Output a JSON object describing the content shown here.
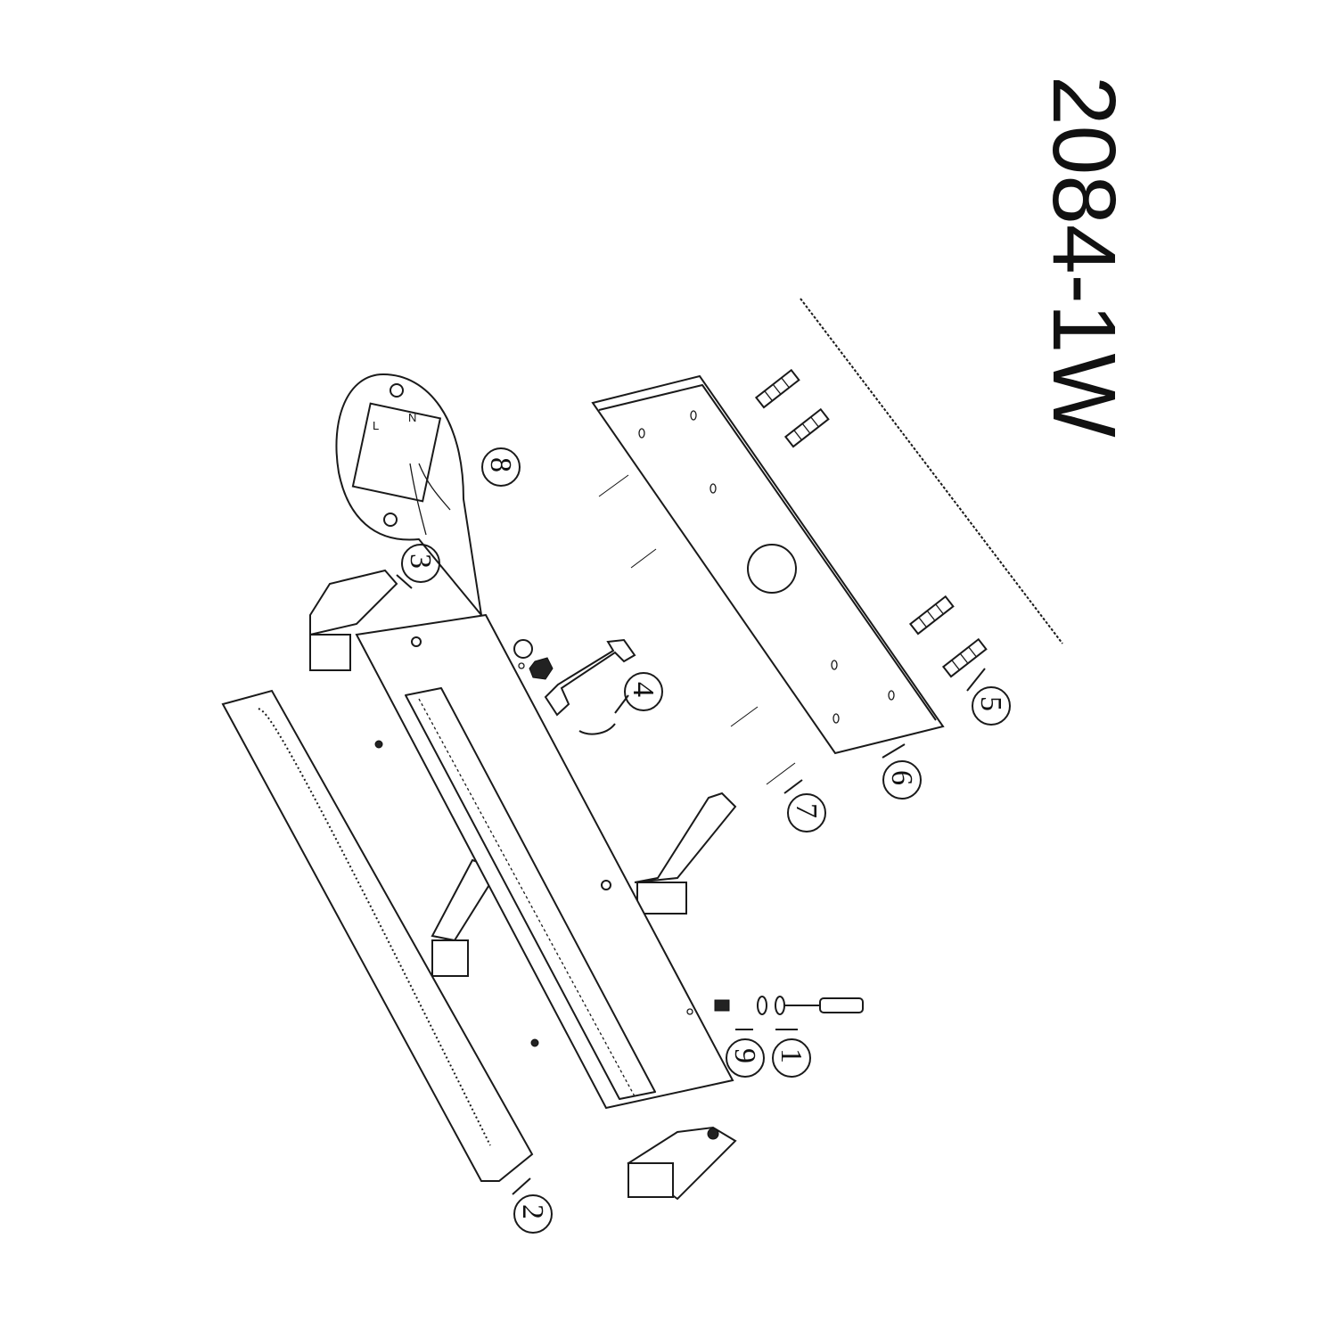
{
  "model_code": "2084-1W",
  "steps": {
    "s1": "1",
    "s2": "2",
    "s3": "3",
    "s4": "4",
    "s5": "5",
    "s6": "6",
    "s7": "7",
    "s8": "8",
    "s9": "9"
  },
  "terminal_block": {
    "live": "L",
    "neutral": "N"
  },
  "colors": {
    "line": "#1a1a1a",
    "background": "#ffffff"
  }
}
